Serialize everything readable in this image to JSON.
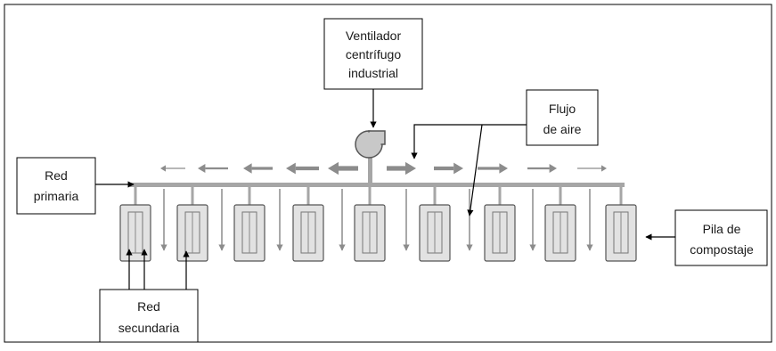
{
  "labels": {
    "fan": [
      "Ventilador",
      "centrífugo",
      "industrial"
    ],
    "airflow": [
      "Flujo",
      "de aire"
    ],
    "primary_network": [
      "Red",
      "primaria"
    ],
    "compost_pile": [
      "Pila de",
      "compostaje"
    ],
    "secondary_network": [
      "Red",
      "secundaria"
    ]
  },
  "pile_count": 9,
  "airflow_arrow_count_per_side": 5,
  "colors": {
    "line": "#a6a6a6",
    "pile_fill": "#e2e2e2",
    "pile_stroke": "#555555",
    "arrow_gray": "#8c8c8c",
    "black": "#000000"
  }
}
